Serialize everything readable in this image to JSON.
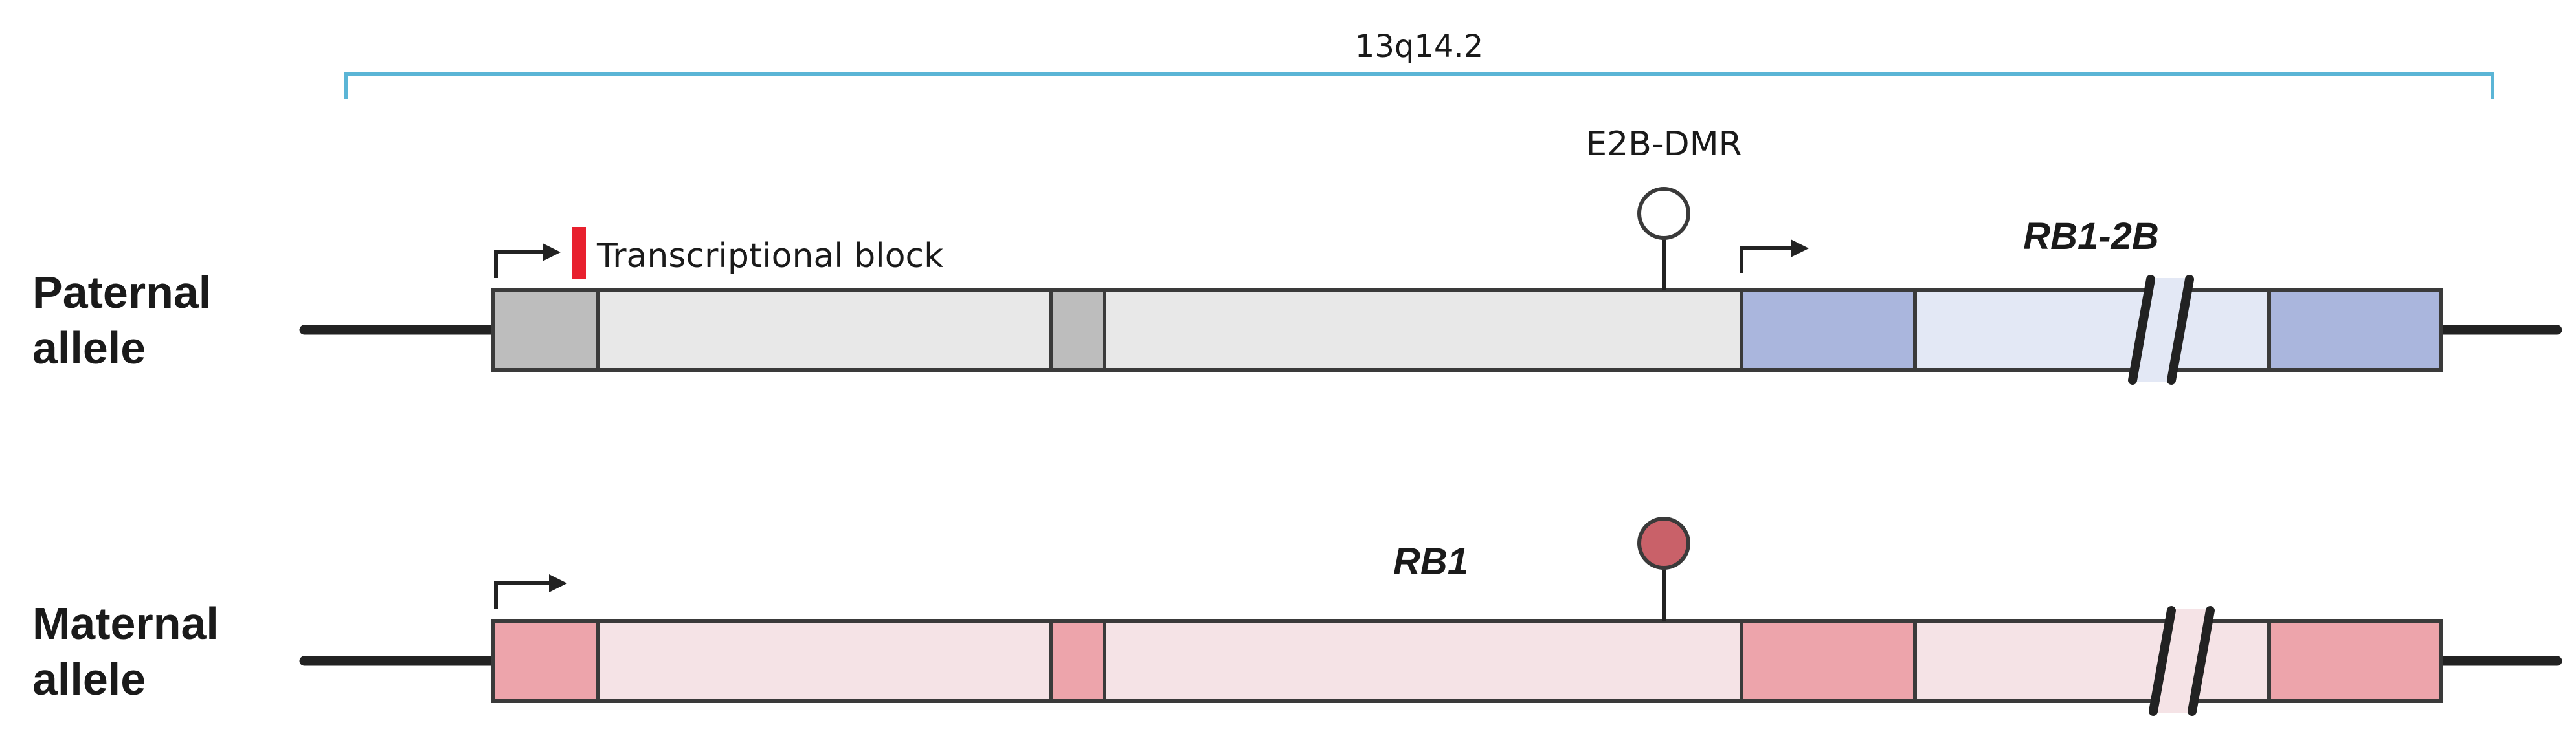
{
  "region": {
    "label": "13q14.2",
    "bracket_color": "#5bb5d6"
  },
  "paternal": {
    "label_line1": "Paternal",
    "label_line2": "allele",
    "block_label": "Transcriptional block",
    "block_color": "#e8202e",
    "dmr_label": "E2B-DMR",
    "dmr_state": "unmethylated",
    "gene_label": "RB1-2B",
    "colors": {
      "exon": "#bdbdbd",
      "intron": "#e8e8e8",
      "rb1_2b_exon": "#aab6dd",
      "rb1_2b_intron": "#e3e8f5"
    }
  },
  "maternal": {
    "label_line1": "Maternal",
    "label_line2": "allele",
    "gene_label": "RB1",
    "dmr_state": "methylated",
    "colors": {
      "exon": "#eda4ab",
      "intron": "#f5e3e6",
      "methyl": "#c96169"
    }
  },
  "colors": {
    "outline": "#3a3a3a",
    "line": "#222222",
    "text": "#1a1a1a"
  }
}
